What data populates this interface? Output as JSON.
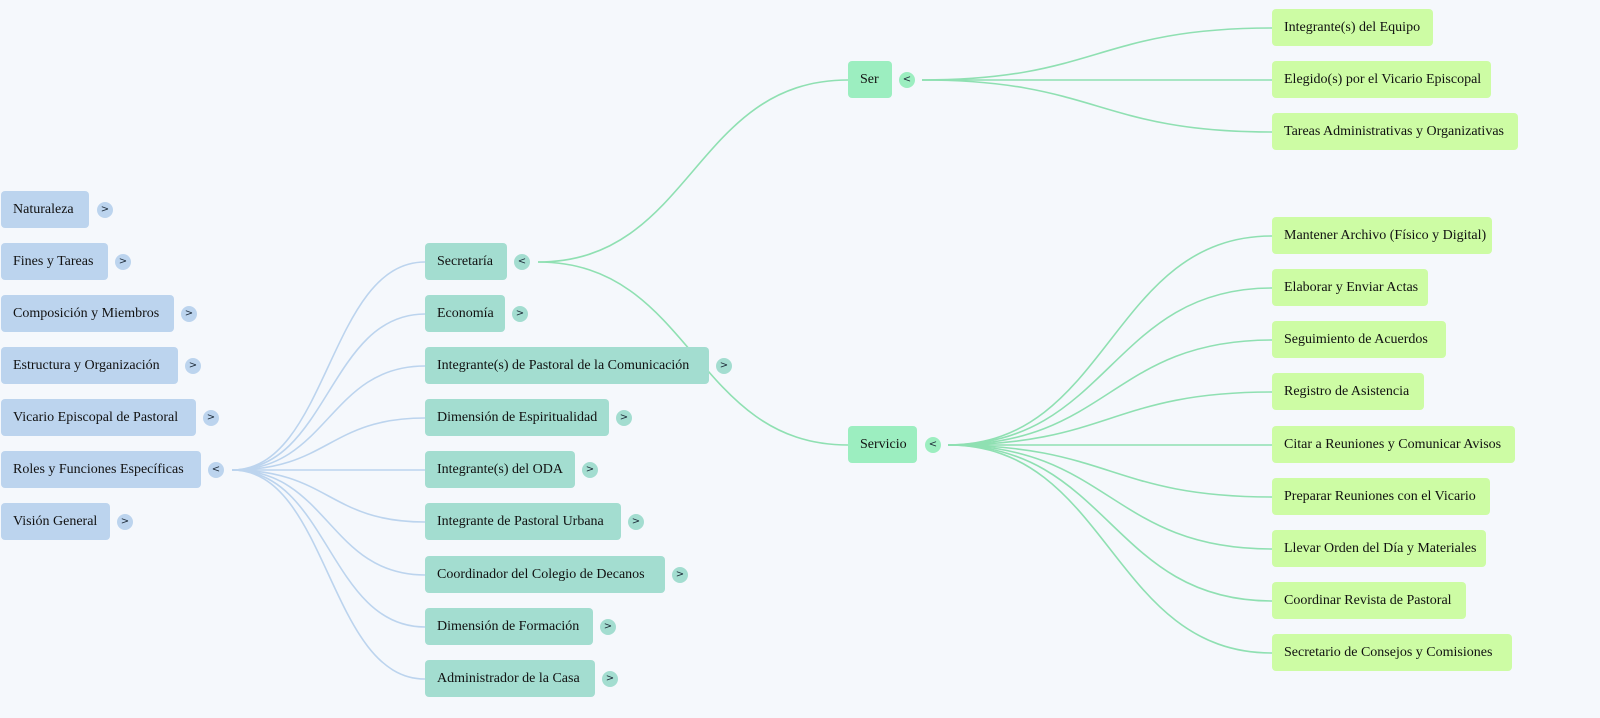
{
  "colors": {
    "background": "#f5f8fc",
    "level0": "#bcd4ee",
    "level1": "#a3ddd0",
    "level2": "#9ceec0",
    "level3": "#cdfca4",
    "edge_blue": "#bcd4ee",
    "edge_green": "#8fe0b2"
  },
  "expand_symbol": ">",
  "collapse_symbol": "<",
  "level0": [
    {
      "label": "Naturaleza"
    },
    {
      "label": "Fines y Tareas"
    },
    {
      "label": "Composición y Miembros"
    },
    {
      "label": "Estructura y Organización"
    },
    {
      "label": "Vicario Episcopal de Pastoral"
    },
    {
      "label": "Roles y Funciones Específicas"
    },
    {
      "label": "Visión General"
    }
  ],
  "level1": [
    {
      "label": "Secretaría"
    },
    {
      "label": "Economía"
    },
    {
      "label": "Integrante(s) de Pastoral de la Comunicación"
    },
    {
      "label": "Dimensión de Espiritualidad"
    },
    {
      "label": "Integrante(s) del ODA"
    },
    {
      "label": "Integrante de Pastoral Urbana"
    },
    {
      "label": "Coordinador del Colegio de Decanos"
    },
    {
      "label": "Dimensión de Formación"
    },
    {
      "label": "Administrador de la Casa"
    }
  ],
  "level2": [
    {
      "label": "Ser"
    },
    {
      "label": "Servicio"
    }
  ],
  "ser_items": [
    {
      "label": "Integrante(s) del Equipo"
    },
    {
      "label": "Elegido(s) por el Vicario Episcopal"
    },
    {
      "label": "Tareas Administrativas y Organizativas"
    }
  ],
  "servicio_items": [
    {
      "label": "Mantener Archivo (Físico y Digital)"
    },
    {
      "label": "Elaborar y Enviar Actas"
    },
    {
      "label": "Seguimiento de Acuerdos"
    },
    {
      "label": "Registro de Asistencia"
    },
    {
      "label": "Citar a Reuniones y Comunicar Avisos"
    },
    {
      "label": "Preparar Reuniones con el Vicario"
    },
    {
      "label": "Llevar Orden del Día y Materiales"
    },
    {
      "label": "Coordinar Revista de Pastoral"
    },
    {
      "label": "Secretario de Consejos y Comisiones"
    }
  ]
}
